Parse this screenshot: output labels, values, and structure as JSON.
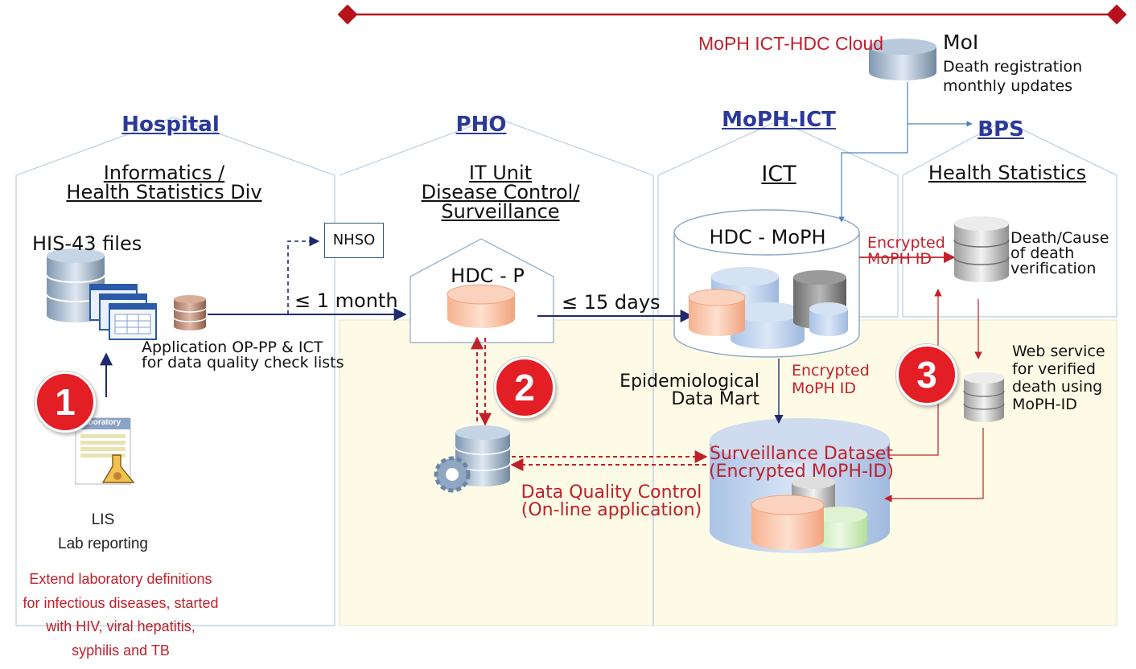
{
  "cloud_label": "MoPH ICT-HDC Cloud",
  "moi": {
    "title": "MoI",
    "desc": "Death registration\nmonthly updates"
  },
  "sections": {
    "hospital": {
      "title": "Hospital",
      "subtitle": "Informatics /\nHealth Statistics Div"
    },
    "pho": {
      "title": "PHO",
      "subtitle": "IT Unit\nDisease Control/\nSurveillance"
    },
    "moph_ict": {
      "title": "MoPH-ICT",
      "subtitle": "ICT"
    },
    "bps": {
      "title": "BPS",
      "subtitle": "Health Statistics"
    }
  },
  "hospital": {
    "his_label": "HIS-43 files",
    "application_label": "Application OP-PP & ICT\nfor data quality check lists",
    "lis_label": "LIS\nLab reporting",
    "extend_note": "Extend laboratory definitions\nfor infectious diseases, started\nwith HIV, viral hepatitis,\nsyphilis and TB",
    "laboratory_icon_text": "Laboratory"
  },
  "nhso_label": "NHSO",
  "flow": {
    "one_month": "≤ 1 month",
    "fifteen_days": "≤ 15 days"
  },
  "pho": {
    "hdc_p_label": "HDC - P",
    "dq_control_label": "Data Quality Control\n(On-line application)"
  },
  "moph": {
    "hdc_moph_label": "HDC - MoPH",
    "epi_label": "Epidemiological\nData Mart",
    "encrypted_1": "Encrypted\nMoPH ID",
    "surveillance_label": "Surveillance Dataset\n(Encrypted MoPH-ID)"
  },
  "bps": {
    "encrypted_2": "Encrypted\nMoPH ID",
    "death_label": "Death/Cause\nof death\nverification",
    "web_service_label": "Web service\nfor verified\ndeath using\nMoPH-ID"
  },
  "badges": [
    "1",
    "2",
    "3"
  ],
  "colors": {
    "accent_red": "#c0202a",
    "arrow_navy": "#1f2a6e",
    "title_blue": "#2b3a99",
    "panel_yellow": "#fdfbe6",
    "badge_red": "#e31e24"
  }
}
